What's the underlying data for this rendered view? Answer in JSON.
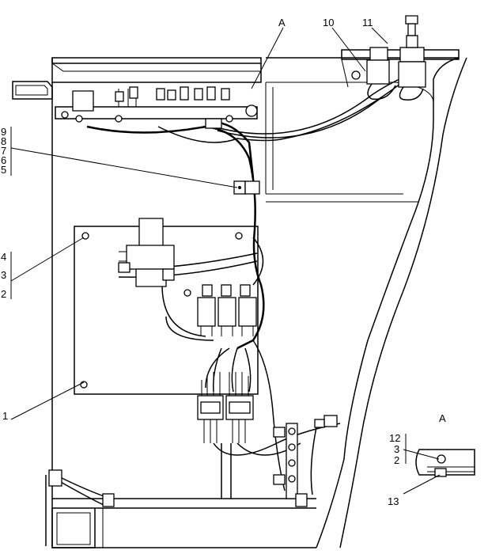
{
  "view_label": "A",
  "detail_label": "A",
  "callouts": {
    "c1": "1",
    "c2_group": "2",
    "c3_group": "3",
    "c4": "4",
    "c5": "5",
    "c6": "6",
    "c7": "7",
    "c8": "8",
    "c9": "9",
    "c10": "10",
    "c11": "11",
    "c12": "12",
    "c3_detail": "3",
    "c2_detail": "2",
    "c13": "13"
  }
}
